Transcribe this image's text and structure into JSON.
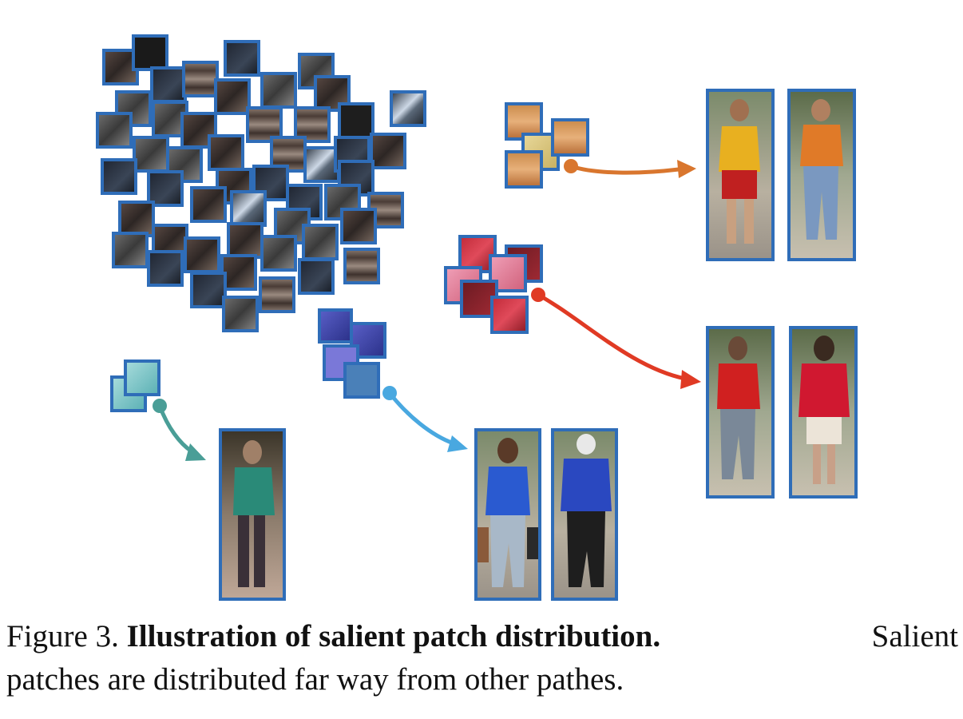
{
  "caption": {
    "label": "Figure 3.",
    "title": "Illustration of salient patch distribution.",
    "text_part1": "Salient",
    "text_part2": "patches are distributed far way from other pathes."
  },
  "colors": {
    "frame": "#2f6db8",
    "orange_group": "#d9762e",
    "red_group": "#e03a24",
    "teal_group": "#4a9e97",
    "blue_group": "#49a8e0"
  }
}
